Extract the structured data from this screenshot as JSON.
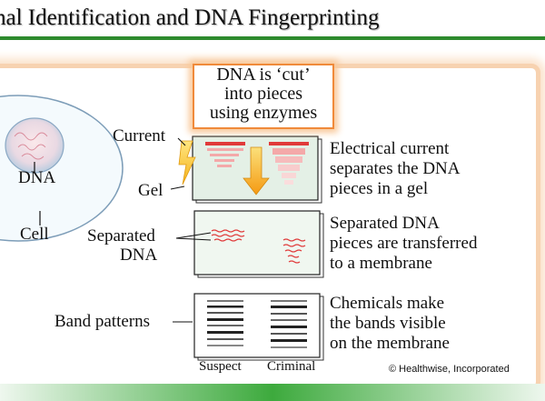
{
  "title": "nal Identification and DNA Fingerprinting",
  "callout": {
    "lines": [
      "DNA is ‘cut’",
      "into pieces",
      "using enzymes"
    ]
  },
  "labels": {
    "dna": "DNA",
    "cell": "Cell",
    "current": "Current",
    "gel": "Gel",
    "separated_line1": "Separated",
    "separated_line2": "DNA",
    "band_patterns": "Band patterns",
    "suspect": "Suspect",
    "criminal": "Criminal"
  },
  "steps": [
    {
      "text": "Electrical current\nseparates the DNA\npieces in a gel"
    },
    {
      "text": "Separated DNA\npieces are transferred\nto a membrane"
    },
    {
      "text": "Chemicals make\nthe bands visible\non the membrane"
    }
  ],
  "credit": "© Healthwise, Incorporated",
  "colors": {
    "title_rule": "#2e8b2e",
    "frame": "#f7d2b0",
    "callout_border": "#f08a3a",
    "band_red": "#e03a3a",
    "band_pink": "#f4a9a9",
    "arrow_orange": "#f6a318",
    "gel_fill": "#e4f0e6",
    "membrane_fill": "#f0f7f0"
  }
}
